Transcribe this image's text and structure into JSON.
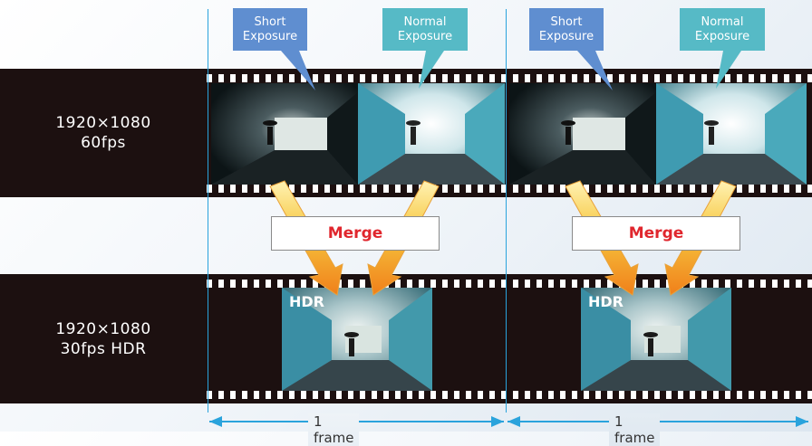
{
  "rows": [
    {
      "label": "1920×1080\n60fps"
    },
    {
      "label": "1920×1080\n30fps HDR"
    }
  ],
  "callouts": {
    "short": "Short\nExposure",
    "normal": "Normal\nExposure"
  },
  "merge_label": "Merge",
  "hdr_label": "HDR",
  "frame_label": "1 frame",
  "colors": {
    "film": "#1c1010",
    "short_callout": "#5f8ed0",
    "normal_callout": "#56bac6",
    "merge_text": "#e0262d",
    "divider": "#2aa3dc",
    "arrow_yellow": "#f6c63e",
    "arrow_orange": "#f07f1a"
  }
}
